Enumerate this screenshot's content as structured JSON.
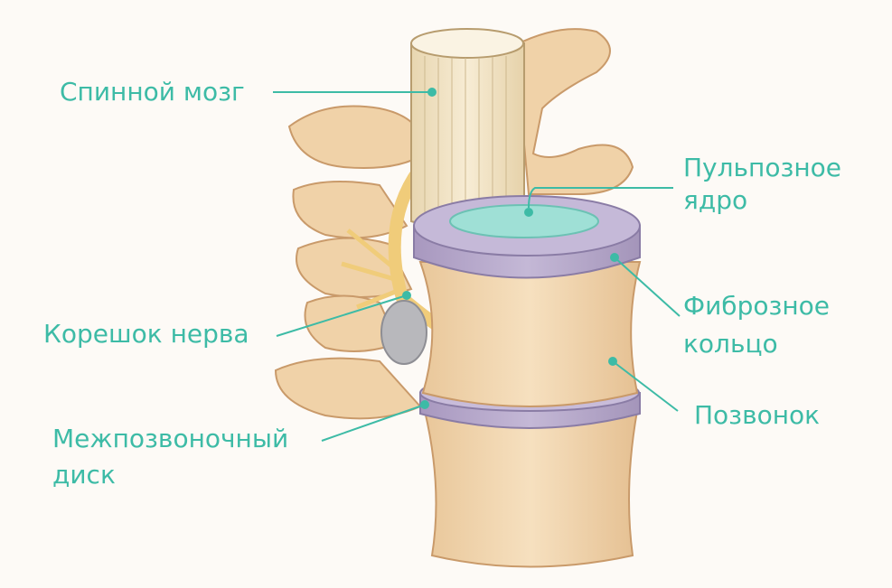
{
  "labels": {
    "spinal_cord": "Спинной мозг",
    "nucleus_line1": "Пульпозное",
    "nucleus_line2": "ядро",
    "annulus_line1": "Фиброзное",
    "annulus_line2": "кольцо",
    "nerve_root": "Корешок нерва",
    "vertebra": "Позвонок",
    "disc_line1": "Межпозвоночный",
    "disc_line2": "диск"
  },
  "colors": {
    "label": "#3dbba6",
    "bone": "#f2d7b0",
    "disc": "#b3a6c8",
    "nucleus": "#9fe0d6",
    "cord": "#f3e6c8",
    "nerve": "#f0cc7a",
    "ganglion": "#b8b8bc"
  }
}
